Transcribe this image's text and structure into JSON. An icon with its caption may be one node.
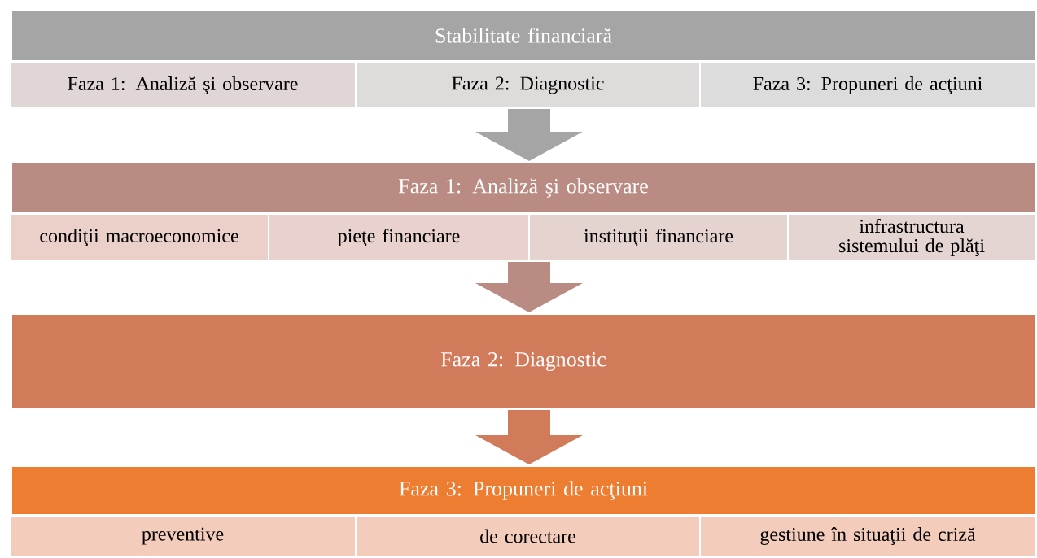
{
  "diagram": {
    "nodes": [
      {
        "text": [
          "Stabilitate financiară"
        ]
      },
      {
        "text": [
          "Faza 1: Analiză şi observare"
        ]
      },
      {
        "text": [
          "Faza 2: Diagnostic"
        ]
      },
      {
        "text": [
          "Faza 3: Propuneri de acţiuni"
        ]
      },
      {
        "text": [
          "Faza 1: Analiză şi observare"
        ]
      },
      {
        "text": [
          "condiţii macroeconomice"
        ]
      },
      {
        "text": [
          "pieţe financiare"
        ]
      },
      {
        "text": [
          "instituţii financiare"
        ]
      },
      {
        "text": [
          "infrastructura sistemului de plăţi"
        ]
      },
      {
        "text": [
          "Faza 2: Diagnostic"
        ]
      },
      {
        "text": [
          "Faza 3: Propuneri de acţiuni"
        ]
      },
      {
        "text": [
          "preventive"
        ]
      },
      {
        "text": [
          "de corectare"
        ]
      },
      {
        "text": [
          "gestiune în situaţii de criză"
        ]
      }
    ],
    "edges": [
      {
        "from": 2,
        "to": 4,
        "arrow": "to",
        "color": "#a5a5a5"
      },
      {
        "from": 6,
        "to": 9,
        "arrow": "to",
        "color": "#b98b82"
      },
      {
        "from": 9,
        "to": 10,
        "arrow": "to",
        "color": "#d27b5b"
      }
    ]
  }
}
